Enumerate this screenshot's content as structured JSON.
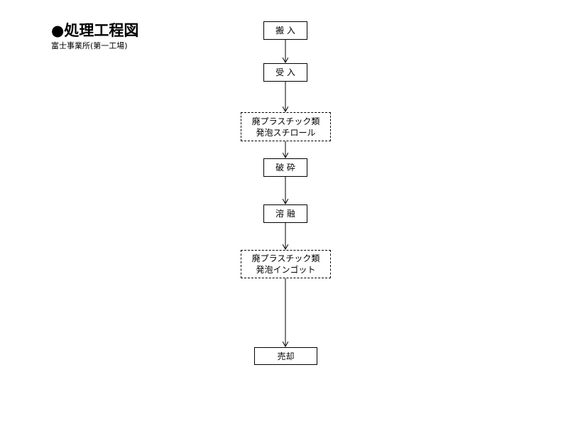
{
  "header": {
    "title": "●処理工程図",
    "subtitle": "富士事業所(第一工場)"
  },
  "flow": {
    "hannyu": "搬 入",
    "ukeire": "受 入",
    "material_1": {
      "line1": "廃プラスチック類",
      "line2": "発泡スチロール"
    },
    "hasai": "破 砕",
    "yuuyuu": "溶 融",
    "material_2": {
      "line1": "廃プラスチック類",
      "line2": "発泡インゴット"
    },
    "baikyaku": "売却"
  },
  "colors": {
    "line": "#000000",
    "background": "#ffffff"
  }
}
